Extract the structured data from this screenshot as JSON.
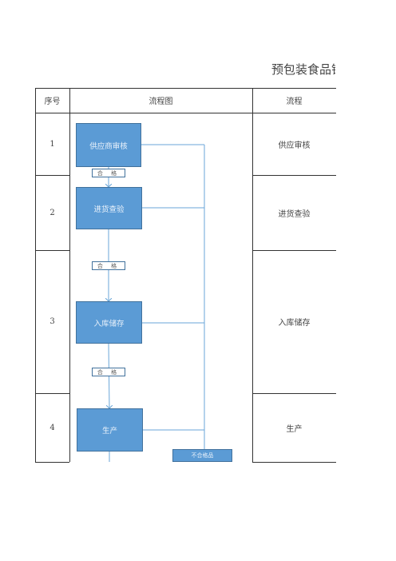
{
  "document": {
    "title": "预包装食品销"
  },
  "table": {
    "headers": [
      "序号",
      "流程图",
      "流程"
    ],
    "rows": [
      {
        "no": "1",
        "process": "供应审核"
      },
      {
        "no": "2",
        "process": "进货查验"
      },
      {
        "no": "3",
        "process": "入库储存"
      },
      {
        "no": "4",
        "process": "生产"
      }
    ]
  },
  "flowchart": {
    "steps": [
      "供应商审核",
      "进货查验",
      "入库储存",
      "生产"
    ],
    "pass_label": "合 格",
    "fail_label": "不合格品"
  },
  "colors": {
    "box_fill": "#5b9bd5",
    "box_border": "#41719c",
    "connector": "#6aa6d8"
  }
}
